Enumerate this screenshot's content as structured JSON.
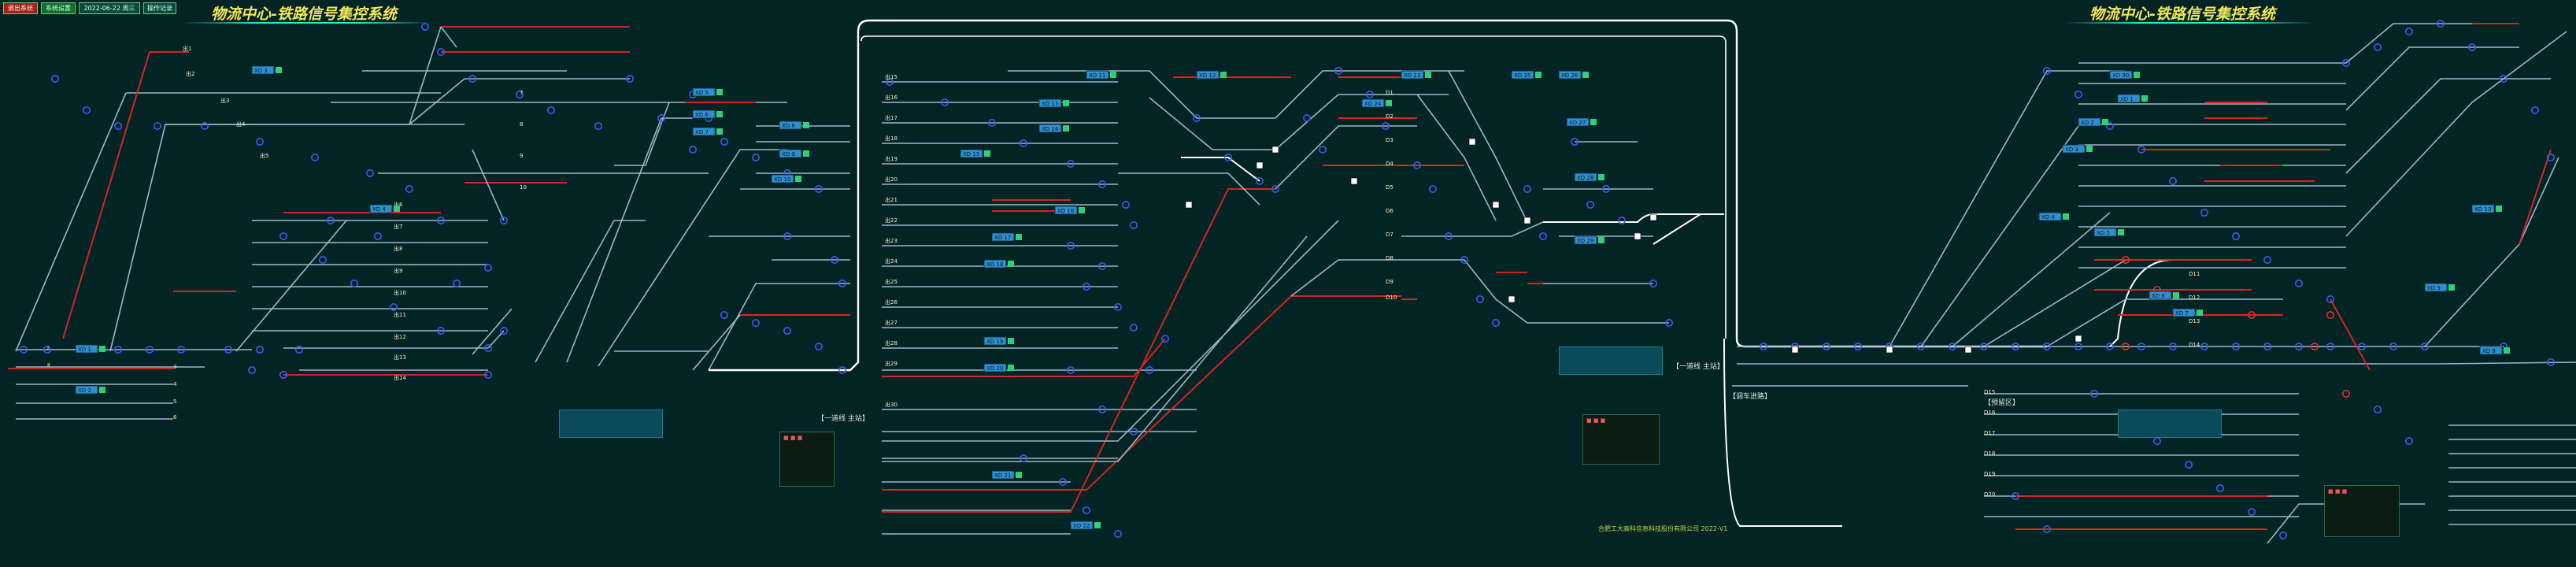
{
  "toolbar": {
    "buttons": [
      {
        "label": "退出系统",
        "color": "#b51a1a"
      },
      {
        "label": "系统设置",
        "color": "#0f6e2a"
      },
      {
        "label": "2022-06-22 周三",
        "color": "#0b4a3a"
      },
      {
        "label": "操作记录",
        "color": "#0b4a3a"
      }
    ]
  },
  "titles": {
    "left": "物流中心-铁路信号集控系统",
    "right": "物流中心-铁路信号集控系统"
  },
  "footer": {
    "company": "合肥工大高科信息科技股份有限公司 2022-V1"
  },
  "notes": {
    "right_lane_head": "【调车进路】",
    "right_lane_head2": "【预留区】",
    "left_panel_caption": "【一道线 主站】",
    "mid_panel_caption": "【一道线 主站】"
  },
  "colors": {
    "background": "#032424",
    "track": "#9fb5c8",
    "track_occupied": "#d42424",
    "track_route": "#ffffff",
    "signal_dot": "#3a5cf0",
    "signal_red": "#e03030",
    "label_text": "#f2f2c8",
    "signal_box": "#2e8fd0",
    "title": "#f3e65a"
  },
  "signal_boxes": [
    {
      "text": "XD 1"
    },
    {
      "text": "XD 2"
    },
    {
      "text": "XD 3"
    },
    {
      "text": "XD 4"
    },
    {
      "text": "XD 5"
    },
    {
      "text": "XD 6"
    },
    {
      "text": "XD 7"
    },
    {
      "text": "XD 8"
    },
    {
      "text": "XD 9"
    },
    {
      "text": "XD 10"
    },
    {
      "text": "XD 11"
    },
    {
      "text": "XD 12"
    },
    {
      "text": "XD 13"
    },
    {
      "text": "XD 14"
    },
    {
      "text": "XD 15"
    },
    {
      "text": "XD 16"
    },
    {
      "text": "XD 17"
    },
    {
      "text": "XD 18"
    },
    {
      "text": "XD 19"
    },
    {
      "text": "XD 20"
    },
    {
      "text": "XD 21"
    },
    {
      "text": "XD 22"
    },
    {
      "text": "XD 23"
    },
    {
      "text": "XD 24"
    },
    {
      "text": "XD 25"
    },
    {
      "text": "XD 26"
    },
    {
      "text": "XD 27"
    },
    {
      "text": "XD 28"
    },
    {
      "text": "XD 29"
    },
    {
      "text": "XD 30"
    }
  ],
  "track_labels": [
    "出1",
    "出2",
    "出3",
    "出4",
    "出5",
    "出6",
    "出7",
    "出8",
    "出9",
    "出10",
    "出11",
    "出12",
    "出13",
    "出14",
    "出15",
    "出16",
    "出17",
    "出18",
    "出19",
    "出20",
    "出21",
    "出22",
    "出23",
    "出24",
    "出25",
    "出26",
    "出27",
    "出28",
    "出29",
    "出30",
    "D1",
    "D2",
    "D3",
    "D4",
    "D5",
    "D6",
    "D7",
    "D8",
    "D9",
    "D10",
    "D11",
    "D12",
    "D13",
    "D14",
    "D15",
    "D16",
    "D17",
    "D18",
    "D19",
    "D20",
    "Ⅰ",
    "Ⅱ",
    "3",
    "4",
    "5",
    "6",
    "7",
    "8",
    "9",
    "10"
  ]
}
